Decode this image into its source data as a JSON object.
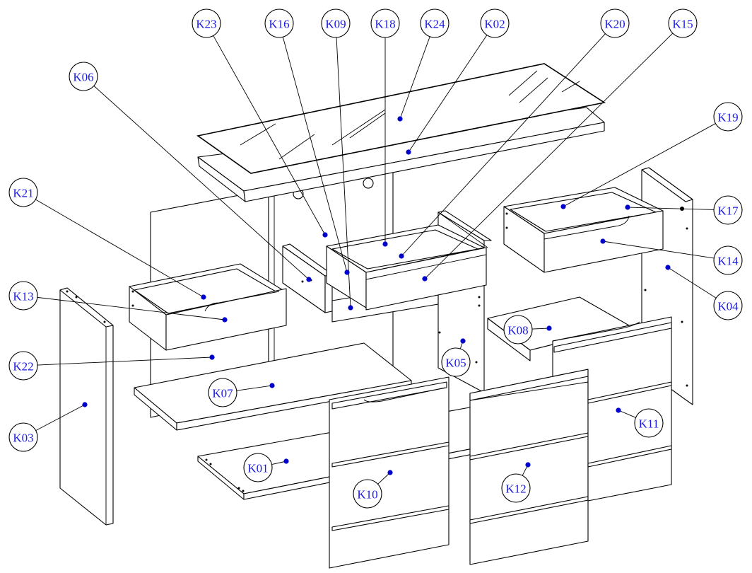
{
  "colors": {
    "label": "#1a1ae6",
    "dot": "#0000cc",
    "line": "#000000"
  },
  "parts": [
    {
      "id": "k01",
      "label": "K01"
    },
    {
      "id": "k02",
      "label": "K02"
    },
    {
      "id": "k03",
      "label": "K03"
    },
    {
      "id": "k04",
      "label": "K04"
    },
    {
      "id": "k05",
      "label": "K05"
    },
    {
      "id": "k06",
      "label": "K06"
    },
    {
      "id": "k07",
      "label": "K07"
    },
    {
      "id": "k08",
      "label": "K08"
    },
    {
      "id": "k09",
      "label": "K09"
    },
    {
      "id": "k10",
      "label": "K10"
    },
    {
      "id": "k11",
      "label": "K11"
    },
    {
      "id": "k12",
      "label": "K12"
    },
    {
      "id": "k13",
      "label": "K13"
    },
    {
      "id": "k14",
      "label": "K14"
    },
    {
      "id": "k15",
      "label": "K15"
    },
    {
      "id": "k16",
      "label": "K16"
    },
    {
      "id": "k17",
      "label": "K17"
    },
    {
      "id": "k18",
      "label": "K18"
    },
    {
      "id": "k19",
      "label": "K19"
    },
    {
      "id": "k20",
      "label": "K20"
    },
    {
      "id": "k21",
      "label": "K21"
    },
    {
      "id": "k22",
      "label": "K22"
    },
    {
      "id": "k23",
      "label": "K23"
    },
    {
      "id": "k24",
      "label": "K24"
    }
  ]
}
